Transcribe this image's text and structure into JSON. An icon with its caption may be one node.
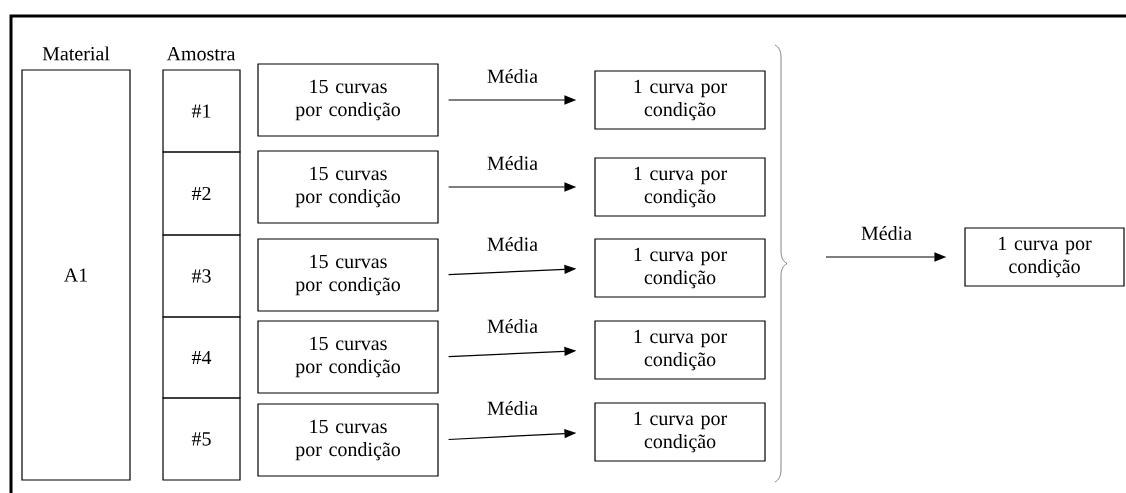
{
  "diagram": {
    "nodes": [
      {
        "text": [
          "Material",
          "A1"
        ]
      },
      {
        "text": [
          "#1"
        ]
      },
      {
        "text": [
          "#2"
        ]
      },
      {
        "text": [
          "#3"
        ]
      },
      {
        "text": [
          "#4"
        ]
      },
      {
        "text": [
          "#5"
        ]
      },
      {
        "text": [
          "15 curvas por condição"
        ]
      },
      {
        "text": [
          "15 curvas por condição"
        ]
      },
      {
        "text": [
          "15 curvas por condição"
        ]
      },
      {
        "text": [
          "15 curvas por condição"
        ]
      },
      {
        "text": [
          "15 curvas por condição"
        ]
      },
      {
        "text": [
          "1 curva por condição"
        ]
      },
      {
        "text": [
          "1 curva por condição"
        ]
      },
      {
        "text": [
          "1 curva por condição"
        ]
      },
      {
        "text": [
          "1 curva por condição"
        ]
      },
      {
        "text": [
          "1 curva por condição"
        ]
      },
      {
        "text": [
          "1 curva por condição"
        ]
      }
    ],
    "edges": [
      {
        "from": 6,
        "to": 11,
        "arrow": "to",
        "label": "Média"
      },
      {
        "from": 7,
        "to": 12,
        "arrow": "to",
        "label": "Média"
      },
      {
        "from": 8,
        "to": 13,
        "arrow": "to",
        "label": "Média"
      },
      {
        "from": 9,
        "to": 14,
        "arrow": "to",
        "label": "Média"
      },
      {
        "from": 10,
        "to": 15,
        "arrow": "to",
        "label": "Média"
      },
      {
        "from": null,
        "to": 16,
        "arrow": "to",
        "label": "Média"
      }
    ],
    "labels": [
      "Amostra"
    ]
  }
}
